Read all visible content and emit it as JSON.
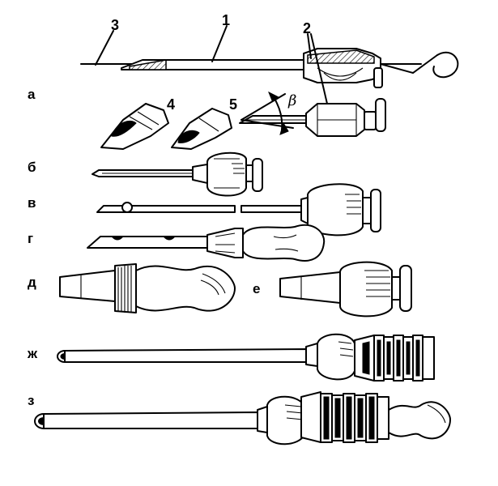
{
  "labels": {
    "part_1": "1",
    "part_2": "2",
    "part_3": "3",
    "part_4": "4",
    "part_5": "5",
    "angle": "β",
    "row_a": "а",
    "row_b": "б",
    "row_v": "в",
    "row_g": "г",
    "row_d": "д",
    "row_e": "е",
    "row_zh": "ж",
    "row_z": "з"
  },
  "colors": {
    "ink": "#000000",
    "paper": "#ffffff"
  }
}
